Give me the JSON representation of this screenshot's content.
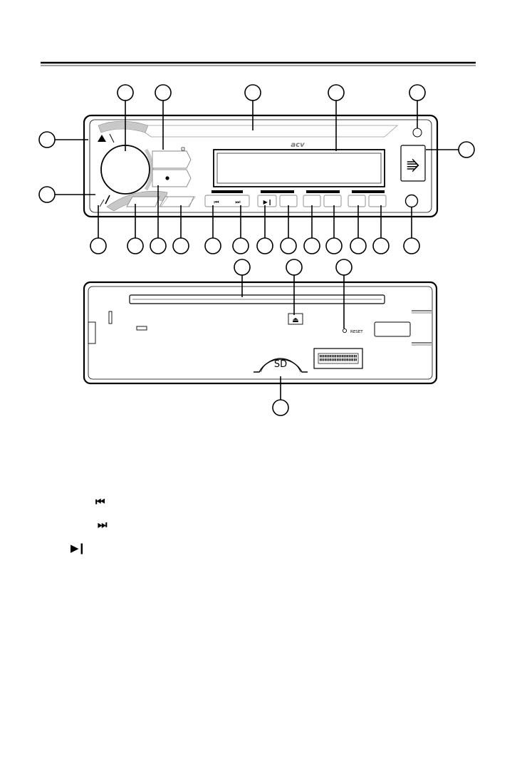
{
  "device": {
    "brand": "acv",
    "usb_symbol": "⭆",
    "front_buttons": {
      "prev": "⏮",
      "next": "⏭",
      "play_pause": "▶❙"
    }
  },
  "chassis": {
    "sd_label": "SD",
    "reset_label": "RESET",
    "eject_symbol": "⏏"
  },
  "legend": {
    "prev_symbol": "⏮",
    "next_symbol": "⏭",
    "play_pause_symbol": "▶❙"
  },
  "colors": {
    "line": "#000000",
    "gray": "#c8c8c8",
    "light_gray": "#e6e6e6"
  }
}
